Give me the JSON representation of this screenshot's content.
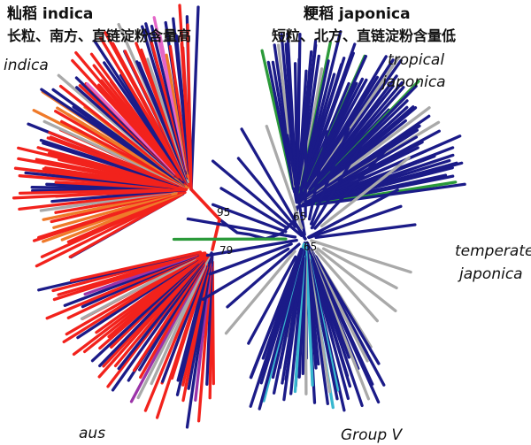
{
  "headers": {
    "indica_title": "籼稻 indica",
    "indica_traits": "长粒、南方、直链淀粉含量高",
    "japonica_title": "粳稻 japonica",
    "japonica_traits": "短粒、北方、直链淀粉含量低"
  },
  "group_labels": {
    "indica": "indica",
    "tropical_line1": "tropical",
    "tropical_line2": "japonica",
    "temperate_line1": "temperate",
    "temperate_line2": "japonica",
    "aus": "aus",
    "group_v": "Group V"
  },
  "bootstrap": {
    "upper_left": "95",
    "lower_left": "79",
    "upper_right": "65",
    "lower_right": "65"
  },
  "colors": {
    "red": "#f2221c",
    "navy": "#1b1b88",
    "orange": "#ef7a2a",
    "gray": "#a9a9a9",
    "green": "#2b9a3a",
    "pink": "#e466c8",
    "purple": "#9b33a8",
    "cyan": "#38b7cf",
    "label": "#111111",
    "background": "#ffffff"
  }
}
